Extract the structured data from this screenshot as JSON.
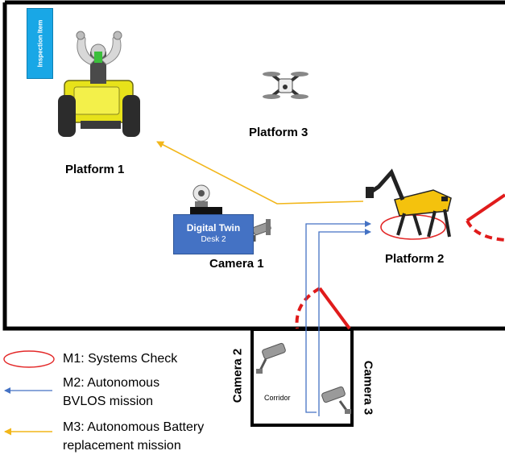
{
  "inspection_tag": "Inspection Item",
  "platforms": {
    "p1": "Platform 1",
    "p2": "Platform 2",
    "p3": "Platform 3"
  },
  "cameras": {
    "c1": "Camera 1",
    "c2": "Camera 2",
    "c3": "Camera 3"
  },
  "digital_twin": {
    "title": "Digital Twin",
    "subtitle": "Desk 2"
  },
  "corridor": "Corridor",
  "legend": {
    "m1": "M1:  Systems Check",
    "m2_line1": "M2: Autonomous",
    "m2_line2": "BVLOS mission",
    "m3_line1": "M3: Autonomous Battery",
    "m3_line2": "replacement mission"
  },
  "colors": {
    "m1": "#e32828",
    "m2": "#4472c4",
    "m3": "#f2b619",
    "wall": "#000000",
    "door": "#e01b1b",
    "tag": "#19a7e6",
    "twin_box": "#4472c4"
  }
}
